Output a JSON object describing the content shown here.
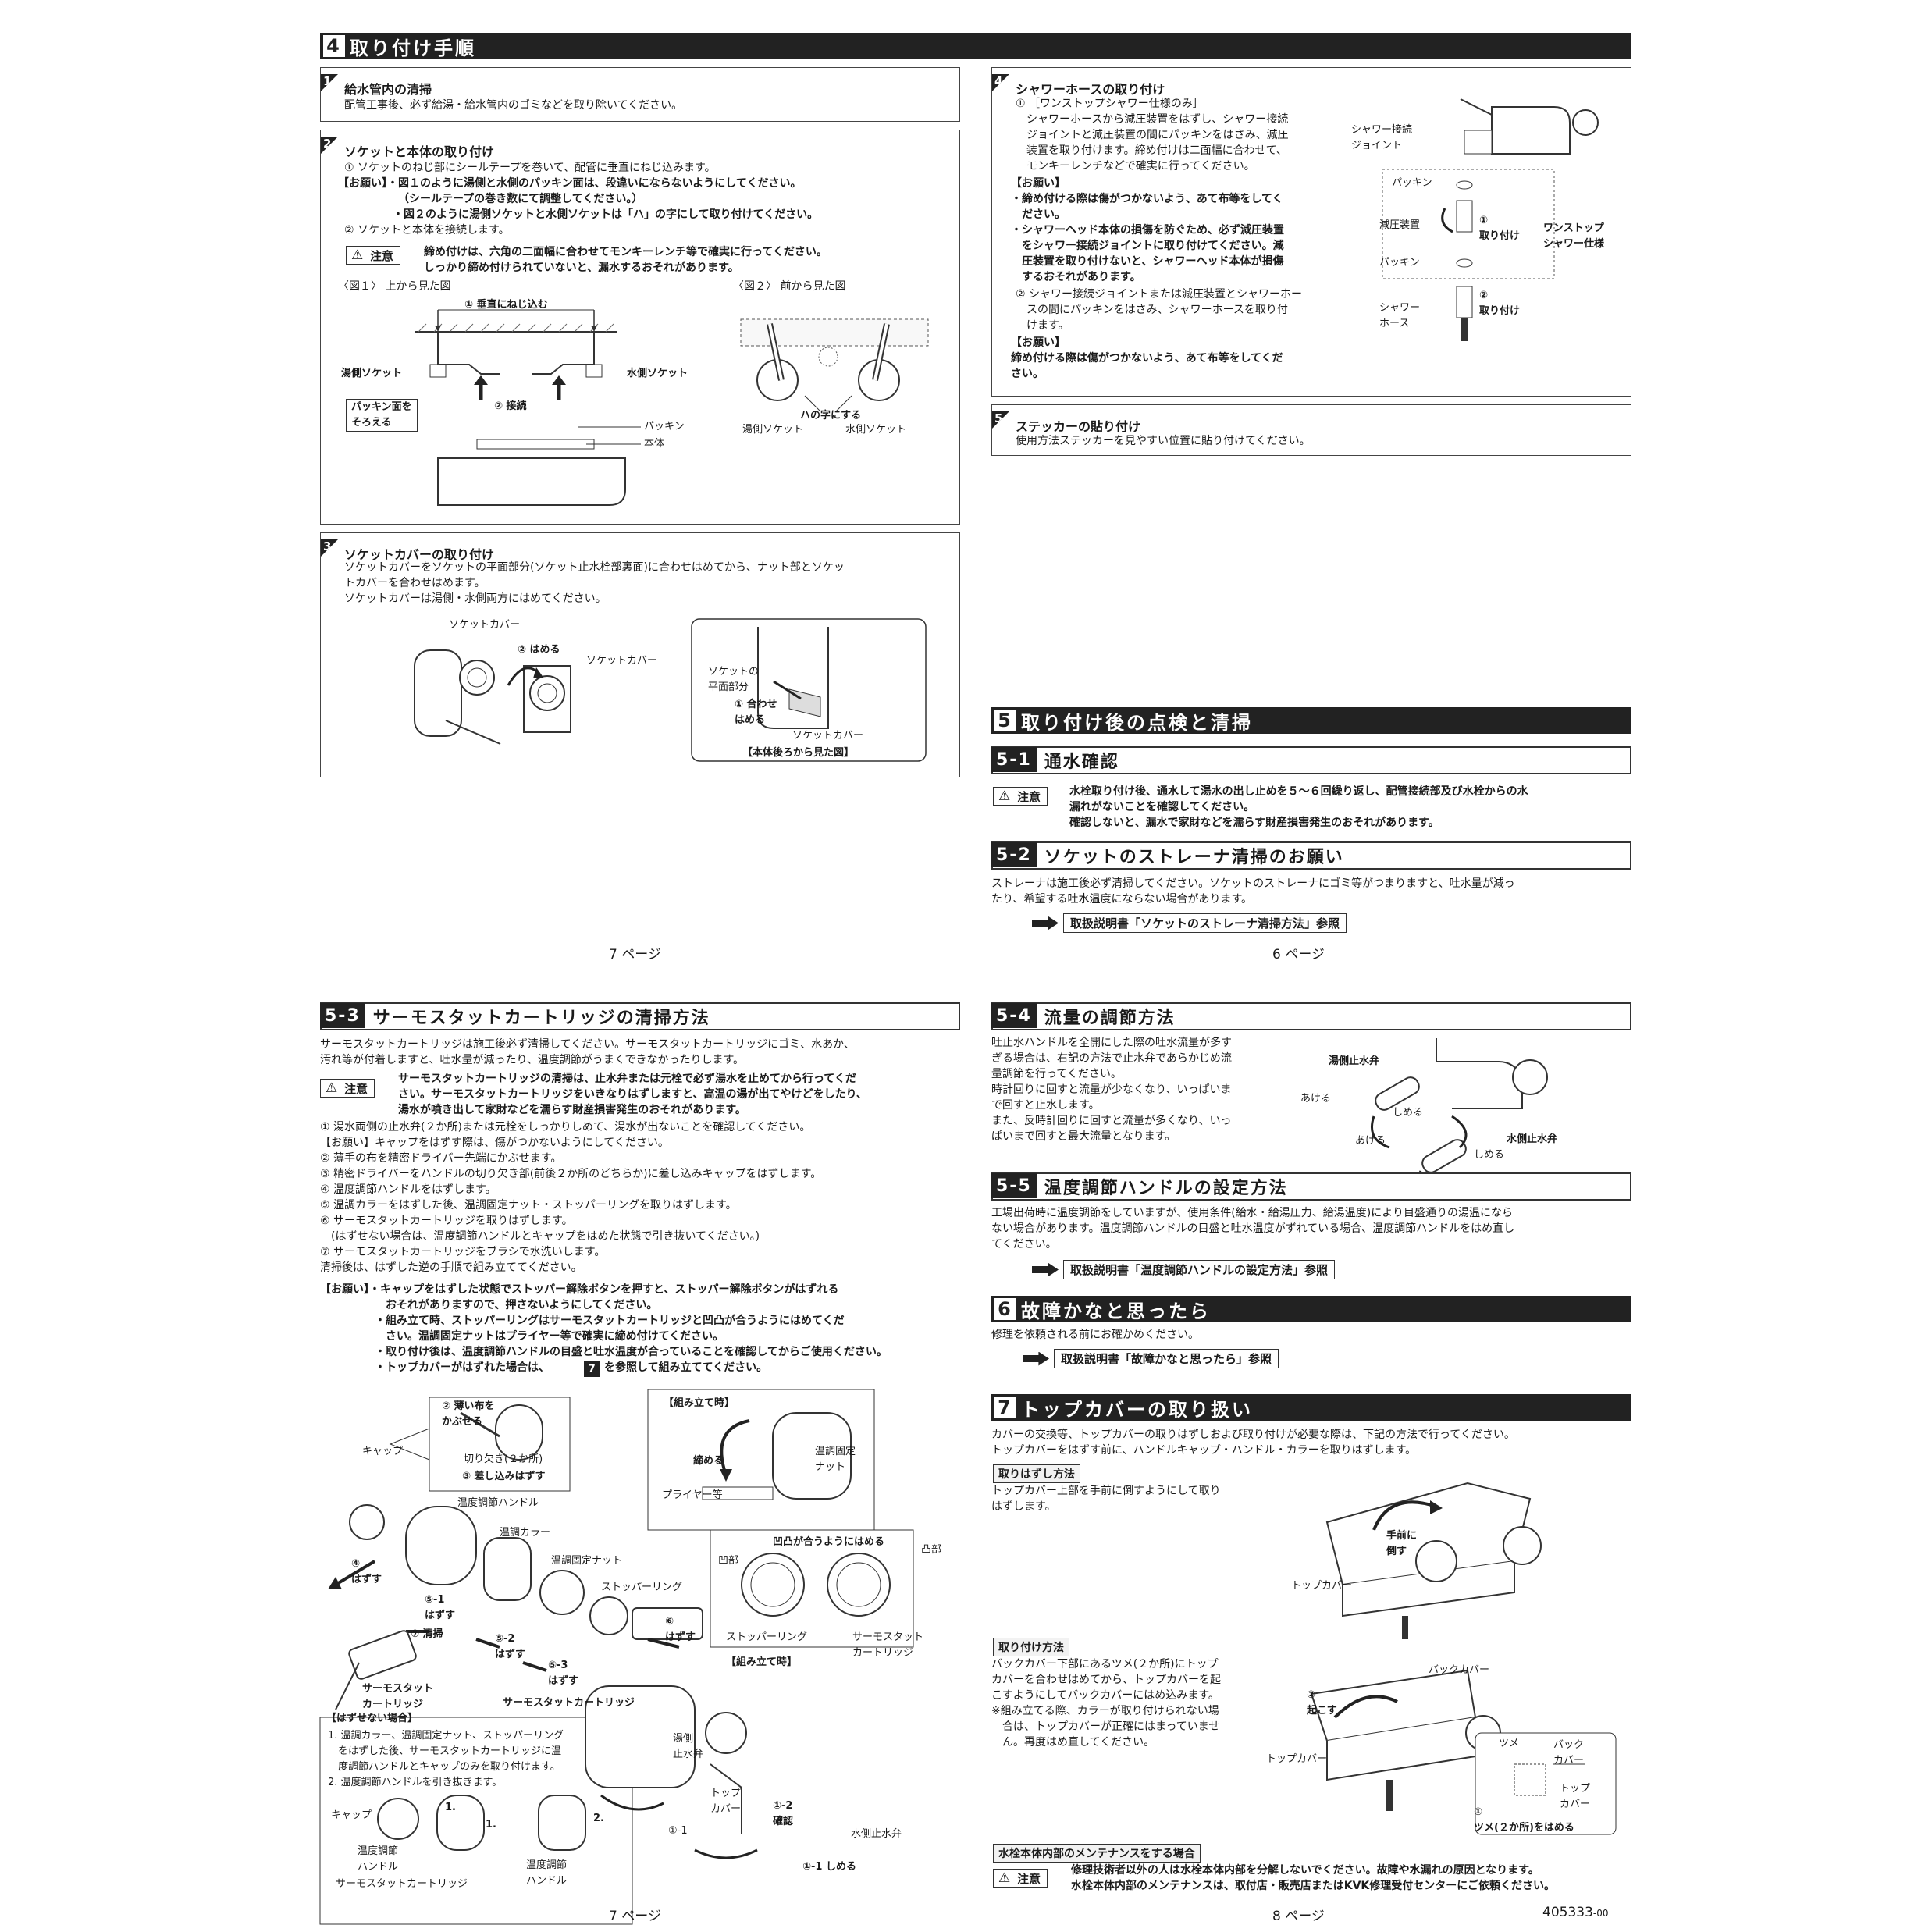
{
  "s4": {
    "num": "4",
    "title": "取り付け手順",
    "st1": {
      "num": "1",
      "title": "給水管内の清掃",
      "text": "配管工事後、必ず給湯・給水管内のゴミなどを取り除いてください。"
    },
    "st2": {
      "num": "2",
      "title": "ソケットと本体の取り付け",
      "l1": "① ソケットのねじ部にシールテープを巻いて、配管に垂直にねじ込みます。",
      "req": "【お願い】・図１のように湯側と水側のパッキン面は、段違いにならないようにしてください。\n　　　　　　（シールテープの巻き数にて調整してください。）\n　　　　　・図２のように湯側ソケットと水側ソケットは「ハ」の字にして取り付けてください。",
      "l2": "② ソケットと本体を接続します。",
      "caution": "注意",
      "ctext": "締め付けは、六角の二面幅に合わせてモンキーレンチ等で確実に行ってください。\nしっかり締め付けられていないと、漏水するおそれがあります。",
      "fig1": "〈図１〉 上から見た図",
      "fig2": "〈図２〉 前から見た図",
      "f1a": "① 垂直にねじ込む",
      "f1b": "湯側ソケット",
      "f1c": "水側ソケット",
      "f1d": "パッキン面を\nそろえる",
      "f1e": "② 接続",
      "f1f": "パッキン",
      "f1g": "本体",
      "f2a": "ハの字にする",
      "f2b": "湯側ソケット",
      "f2c": "水側ソケット"
    },
    "st3": {
      "num": "3",
      "title": "ソケットカバーの取り付け",
      "text": "ソケットカバーをソケットの平面部分(ソケット止水栓部裏面)に合わせはめてから、ナット部とソケッ\nトカバーを合わせはめます。\nソケットカバーは湯側・水側両方にはめてください。",
      "a": "ソケットカバー",
      "b": "② はめる",
      "c": "ソケットカバー",
      "d": "ソケットの\n平面部分",
      "e": "① 合わせ\nはめる",
      "f": "ソケットカバー",
      "g": "【本体後ろから見た図】"
    },
    "st4": {
      "num": "4",
      "title": "シャワーホースの取り付け",
      "text": "① ［ワンストップシャワー仕様のみ］\n　シャワーホースから減圧装置をはずし、シャワー接続\n　ジョイントと減圧装置の間にパッキンをはさみ、減圧\n　装置を取り付けます。締め付けは二面幅に合わせて、\n　モンキーレンチなどで確実に行ってください。",
      "req1": "【お願い】\n・締め付ける際は傷がつかないよう、あて布等をしてく\n　ださい。\n・シャワーヘッド本体の損傷を防ぐため、必ず減圧装置\n　をシャワー接続ジョイントに取り付けてください。減\n　圧装置を取り付けないと、シャワーヘッド本体が損傷\n　するおそれがあります。",
      "l2": "② シャワー接続ジョイントまたは減圧装置とシャワーホー\n　スの間にパッキンをはさみ、シャワーホースを取り付\n　けます。",
      "req2": "【お願い】\n締め付ける際は傷がつかないよう、あて布等をしてくだ\nさい。",
      "a": "シャワー接続\nジョイント",
      "b": "パッキン",
      "c": "減圧装置",
      "d": "①\n取り付け",
      "e": "ワンストップ\nシャワー仕様",
      "f": "パッキン",
      "g": "シャワー\nホース",
      "h": "②\n取り付け"
    },
    "st5": {
      "num": "5",
      "title": "ステッカーの貼り付け",
      "text": "使用方法ステッカーを見やすい位置に貼り付けてください。"
    }
  },
  "s5": {
    "num": "5",
    "title": "取り付け後の点検と清掃",
    "s51": {
      "num": "5-1",
      "title": "通水確認",
      "caution": "注意",
      "text": "水栓取り付け後、通水して湯水の出し止めを５～６回繰り返し、配管接続部及び水栓からの水\n漏れがないことを確認してください。\n確認しないと、漏水で家財などを濡らす財産損害発生のおそれがあります。"
    },
    "s52": {
      "num": "5-2",
      "title": "ソケットのストレーナ清掃のお願い",
      "text": "ストレーナは施工後必ず清掃してください。ソケットのストレーナにゴミ等がつまりますと、吐水量が減っ\nたり、希望する吐水温度にならない場合があります。",
      "ref": "取扱説明書「ソケットのストレーナ清掃方法」参照"
    },
    "s53": {
      "num": "5-3",
      "title": "サーモスタットカートリッジの清掃方法",
      "intro": "サーモスタットカートリッジは施工後必ず清掃してください。サーモスタットカートリッジにゴミ、水あか、\n汚れ等が付着しますと、吐水量が減ったり、温度調節がうまくできなかったりします。",
      "caution": "注意",
      "ctext": "サーモスタットカートリッジの清掃は、止水弁または元栓で必ず湯水を止めてから行ってくだ\nさい。サーモスタットカートリッジをいきなりはずしますと、高温の湯が出てやけどをしたり、\n湯水が噴き出して家財などを濡らす財産損害発生のおそれがあります。",
      "steps": "① 湯水両側の止水弁(２か所)または元栓をしっかりしめて、湯水が出ないことを確認してください。\n【お願い】キャップをはずす際は、傷がつかないようにしてください。\n② 薄手の布を精密ドライバー先端にかぶせます。\n③ 精密ドライバーをハンドルの切り欠き部(前後２か所のどちらか)に差し込みキャップをはずします。\n④ 温度調節ハンドルをはずします。\n⑤ 温調カラーをはずした後、温調固定ナット・ストッパーリングを取りはずします。\n⑥ サーモスタットカートリッジを取りはずします。\n　(はずせない場合は、温度調節ハンドルとキャップをはめた状態で引き抜いてください。)\n⑦ サーモスタットカートリッジをブラシで水洗いします。\n清掃後は、はずした逆の手順で組み立ててください。",
      "req": "【お願い】・キャップをはずした状態でストッパー解除ボタンを押すと、ストッパー解除ボタンがはずれる\n　　　　　　おそれがありますので、押さないようにしてください。\n　　　　　・組み立て時、ストッパーリングはサーモスタットカートリッジと凹凸が合うようにはめてくだ\n　　　　　　さい。温調固定ナットはプライヤー等で確実に締め付けてください。\n　　　　　・取り付け後は、温度調節ハンドルの目盛と吐水温度が合っていることを確認してからご使用ください。\n　　　　　・トップカバーがはずれた場合は、",
      "req_ref": "7",
      "req_tail": "を参照して組み立ててください。",
      "d_cap": "キャップ",
      "d_thin": "② 薄い布を\nかぶせる",
      "d_notch": "切り欠き(２か所)",
      "d_insert": "③ 差し込みはずす",
      "d_handle": "温度調節ハンドル",
      "d_collar": "温調カラー",
      "d_nut": "温調固定ナット",
      "d_ring": "ストッパーリング",
      "d_4": "④\nはずす",
      "d_51": "⑤-1\nはずす",
      "d_7": "⑦ 清掃",
      "d_52": "⑤-2\nはずす",
      "d_53": "⑤-3\nはずす",
      "d_6": "⑥\nはずす",
      "d_thermo": "サーモスタット\nカートリッジ",
      "d_thermo2": "サーモスタットカートリッジ",
      "d_asm": "【組み立て時】",
      "d_tighten": "締める",
      "d_plier": "プライヤー等",
      "d_nut2": "温調固定\nナット",
      "d_fit": "凹凸が合うようにはめる",
      "d_concave": "凹部",
      "d_convex": "凸部",
      "d_ring2": "ストッパーリング",
      "d_thermo3": "サーモスタット\nカートリッジ",
      "d_asm2": "【組み立て時】",
      "d_hot": "湯側\n止水弁",
      "d_topc": "トップ\nカバー",
      "d_11": "①-1",
      "d_12": "①-2\n確認",
      "d_cold": "水側止水弁",
      "d_11b": "①-1 しめる",
      "d_cant": "【はずせない場合】",
      "d_canttext": "1. 温調カラー、温調固定ナット、ストッパーリング\n　をはずした後、サーモスタットカートリッジに温\n　度調節ハンドルとキャップのみを取り付けます。\n2. 温度調節ハンドルを引き抜きます。",
      "d_cap2": "キャップ",
      "d_c1": "1.",
      "d_c1b": "1.",
      "d_c2": "2.",
      "d_handle2": "温度調節\nハンドル",
      "d_thermo4": "サーモスタットカートリッジ",
      "d_handle3": "温度調節\nハンドル"
    },
    "s54": {
      "num": "5-4",
      "title": "流量の調節方法",
      "text": "吐止水ハンドルを全開にした際の吐水流量が多す\nぎる場合は、右記の方法で止水弁であらかじめ流\n量調節を行ってください。\n時計回りに回すと流量が少なくなり、いっぱいま\nで回すと止水します。\nまた、反時計回りに回すと流量が多くなり、いっ\nぱいまで回すと最大流量となります。",
      "a": "湯側止水弁",
      "b": "あける",
      "c": "しめる",
      "d": "あける",
      "e": "しめる",
      "f": "水側止水弁"
    },
    "s55": {
      "num": "5-5",
      "title": "温度調節ハンドルの設定方法",
      "text": "工場出荷時に温度調節をしていますが、使用条件(給水・給湯圧力、給湯温度)により目盛通りの湯温になら\nない場合があります。温度調節ハンドルの目盛と吐水温度がずれている場合、温度調節ハンドルをはめ直し\nてください。",
      "ref": "取扱説明書「温度調節ハンドルの設定方法」参照"
    }
  },
  "s6": {
    "num": "6",
    "title": "故障かなと思ったら",
    "text": "修理を依頼される前にお確かめください。",
    "ref": "取扱説明書「故障かなと思ったら」参照"
  },
  "s7": {
    "num": "7",
    "title": "トップカバーの取り扱い",
    "text": "カバーの交換等、トップカバーの取りはずしおよび取り付けが必要な際は、下記の方法で行ってください。\nトップカバーをはずす前に、ハンドルキャップ・ハンドル・カラーを取りはずします。",
    "rm_tag": "取りはずし方法",
    "rm_text": "トップカバー上部を手前に倒すようにして取り\nはずします。",
    "rm_a": "手前に\n倒す",
    "rm_b": "トップカバー",
    "in_tag": "取り付け方法",
    "in_text": "バックカバー下部にあるツメ(２か所)にトップ\nカバーを合わせはめてから、トップカバーを起\nこすようにしてバックカバーにはめ込みます。\n※組み立てる際、カラーが取り付けられない場\n　合は、トップカバーが正確にはまっていませ\n　ん。再度はめ直してください。",
    "in_a": "バックカバー",
    "in_b": "②\n起こす",
    "in_c": "トップカバー",
    "in_d": "ツメ",
    "in_e": "バック\nカバー",
    "in_f": "トップ\nカバー",
    "in_g": "①\nツメ(２か所)をはめる",
    "mt_tag": "水栓本体内部のメンテナンスをする場合",
    "caution": "注意",
    "mt_text": "修理技術者以外の人は水栓本体内部を分解しないでください。故障や水漏れの原因となります。\n水栓本体内部のメンテナンスは、取付店・販売店またはKVK修理受付センターにご依頼ください。"
  },
  "pages": {
    "p7a": "7 ページ",
    "p6": "6 ページ",
    "p7b": "7 ページ",
    "p8": "8 ページ",
    "code": "405333",
    "code_sub": "-00"
  }
}
